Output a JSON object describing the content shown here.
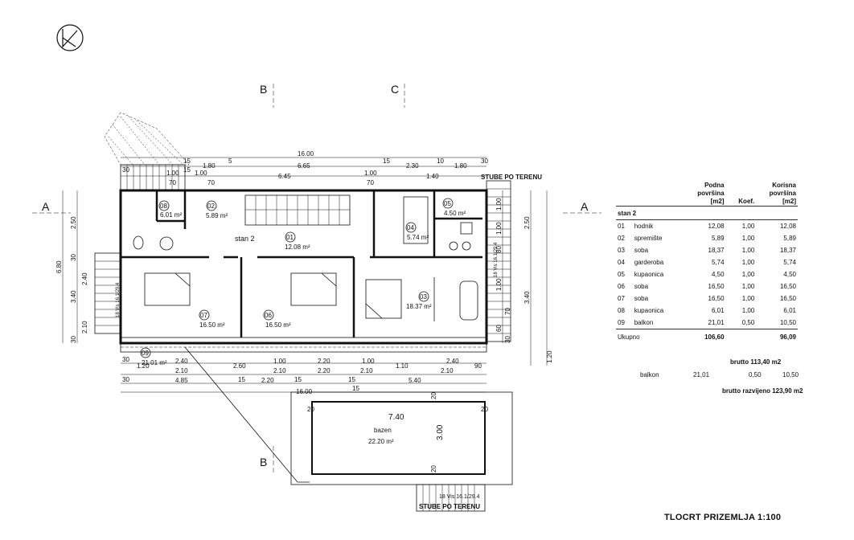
{
  "section_markers": {
    "a": "A",
    "b": "B",
    "c": "C"
  },
  "dimensions": {
    "overall_width": "16.00",
    "overall_height": "6.80",
    "top_row_1": [
      "15",
      "1.80",
      "5",
      "6.65",
      "15",
      "2.30",
      "10",
      "1.80",
      "30"
    ],
    "top_row_2": [
      "1.00",
      "15",
      "1.00",
      "6.45",
      "1.00",
      "1.40"
    ],
    "top_row_3": [
      "30",
      "70",
      "70",
      "70"
    ],
    "bottom_row_1": [
      "30",
      "2.40",
      "2.60",
      "1.00",
      "2.20",
      "1.00",
      "2.40",
      "90"
    ],
    "bottom_row_2": [
      "1.20",
      "2.10",
      "2.10",
      "2.20",
      "2.10",
      "1.10",
      "2.10"
    ],
    "bottom_row_3": [
      "30",
      "15",
      "15",
      "15"
    ],
    "bottom_row_4": [
      "4.85",
      "2.20",
      "5.40"
    ],
    "bottom_total": "16.00",
    "left_col": [
      "2.50",
      "30",
      "2.40",
      "3.40",
      "2.10",
      "30"
    ],
    "right_col_outer": [
      "2.50",
      "3.40",
      "1.20"
    ],
    "right_col_inner": [
      "1.00",
      "1.00",
      "80",
      "1.00",
      "70",
      "60",
      "30"
    ],
    "pool_width": "7.40",
    "pool_height": "3.00",
    "pool_edge": [
      "20",
      "20",
      "15",
      "20",
      "20"
    ]
  },
  "rooms": [
    {
      "num": "01",
      "area": "12.08 m²"
    },
    {
      "num": "02",
      "area": "5.89 m²"
    },
    {
      "num": "03",
      "area": "18.37 m²"
    },
    {
      "num": "04",
      "area": "5.74 m²"
    },
    {
      "num": "05",
      "area": "4.50 m²"
    },
    {
      "num": "06",
      "area": "16.50 m²"
    },
    {
      "num": "07",
      "area": "16.50 m²"
    },
    {
      "num": "08",
      "area": "6.01 m²"
    },
    {
      "num": "09",
      "area": "21.01 m²"
    }
  ],
  "unit_label": "stan 2",
  "pool": {
    "label": "bazen",
    "area": "22.20 m²"
  },
  "stairs": {
    "top_label": "STUBE PO TERENU",
    "bottom_label": "STUBE PO TERENU",
    "left_spec": "18 Vis 16.1/29.4",
    "right_spec": "18 Vis 16.1/29.4",
    "bottom_spec": "18 Vis 16.1/29.4"
  },
  "table": {
    "headers": {
      "col_floor_1": "Podna",
      "col_floor_2": "površina",
      "col_floor_3": "[m2]",
      "col_koef": "Koef.",
      "col_useful_1": "Korisna",
      "col_useful_2": "površina",
      "col_useful_3": "[m2]"
    },
    "group": "stan 2",
    "rows": [
      {
        "num": "01",
        "name": "hodnik",
        "floor": "12,08",
        "koef": "1,00",
        "useful": "12,08"
      },
      {
        "num": "02",
        "name": "spremište",
        "floor": "5,89",
        "koef": "1,00",
        "useful": "5,89"
      },
      {
        "num": "03",
        "name": "soba",
        "floor": "18,37",
        "koef": "1,00",
        "useful": "18,37"
      },
      {
        "num": "04",
        "name": "garderoba",
        "floor": "5,74",
        "koef": "1,00",
        "useful": "5,74"
      },
      {
        "num": "05",
        "name": "kupaonica",
        "floor": "4,50",
        "koef": "1,00",
        "useful": "4,50"
      },
      {
        "num": "06",
        "name": "soba",
        "floor": "16,50",
        "koef": "1,00",
        "useful": "16,50"
      },
      {
        "num": "07",
        "name": "soba",
        "floor": "16,50",
        "koef": "1,00",
        "useful": "16,50"
      },
      {
        "num": "08",
        "name": "kupaonica",
        "floor": "6,01",
        "koef": "1,00",
        "useful": "6,01"
      },
      {
        "num": "09",
        "name": "balkon",
        "floor": "21,01",
        "koef": "0,50",
        "useful": "10,50"
      }
    ],
    "total": {
      "label": "Ukupno",
      "floor": "106,60",
      "useful": "96,09"
    },
    "brutto": "brutto 113,40 m2",
    "balkon_row": {
      "name": "balkon",
      "floor": "21,01",
      "koef": "0,50",
      "useful": "10,50"
    },
    "brutto_razvijeno": "brutto razvijeno 123,90 m2"
  },
  "drawing_title": "TLOCRT PRIZEMLJA 1:100"
}
